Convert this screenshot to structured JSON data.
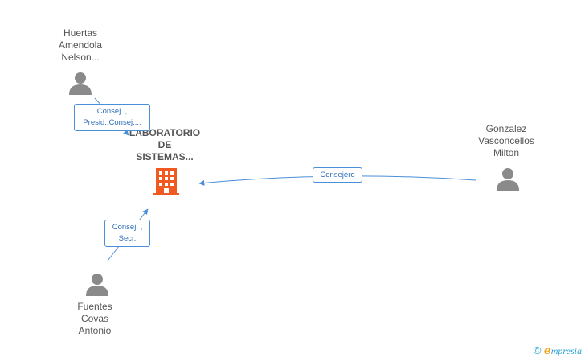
{
  "company": {
    "label_lines": [
      "LABORATORIO",
      "DE",
      "SISTEMAS..."
    ]
  },
  "persons": [
    {
      "id": "huertas",
      "label_lines": [
        "Huertas",
        "Amendola",
        "Nelson..."
      ]
    },
    {
      "id": "gonzalez",
      "label_lines": [
        "Gonzalez",
        "Vasconcellos",
        "Milton"
      ]
    },
    {
      "id": "fuentes",
      "label_lines": [
        "Fuentes",
        "Covas",
        "Antonio"
      ]
    }
  ],
  "relations": [
    {
      "from": "huertas",
      "lines": [
        "Consej. ,",
        "Presid.,Consej...."
      ]
    },
    {
      "from": "gonzalez",
      "lines": [
        "Consejero"
      ]
    },
    {
      "from": "fuentes",
      "lines": [
        "Consej. ,",
        "Secr."
      ]
    }
  ],
  "brand": {
    "copyright": "©",
    "e": "e",
    "rest": "mpresia"
  },
  "colors": {
    "edge": "#4a8fd8",
    "person": "#8a8a8a",
    "company": "#f05a22"
  }
}
